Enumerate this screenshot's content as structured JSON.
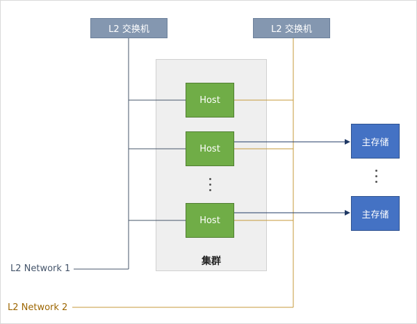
{
  "switches": [
    {
      "label": "L2 交换机"
    },
    {
      "label": "L2 交换机"
    }
  ],
  "cluster": {
    "label": "集群"
  },
  "hosts": [
    {
      "label": "Host"
    },
    {
      "label": "Host"
    },
    {
      "label": "Host"
    }
  ],
  "storage": [
    {
      "label": "主存储"
    },
    {
      "label": "主存储"
    }
  ],
  "networks": [
    {
      "label": "L2 Network 1",
      "color": "#44546a"
    },
    {
      "label": "L2 Network 2",
      "color": "#c59a3a"
    }
  ],
  "colors": {
    "switch": "#8497b0",
    "host": "#70ad47",
    "storage": "#4472c4",
    "cluster": "#efefef",
    "arrow": "#1f3864"
  }
}
